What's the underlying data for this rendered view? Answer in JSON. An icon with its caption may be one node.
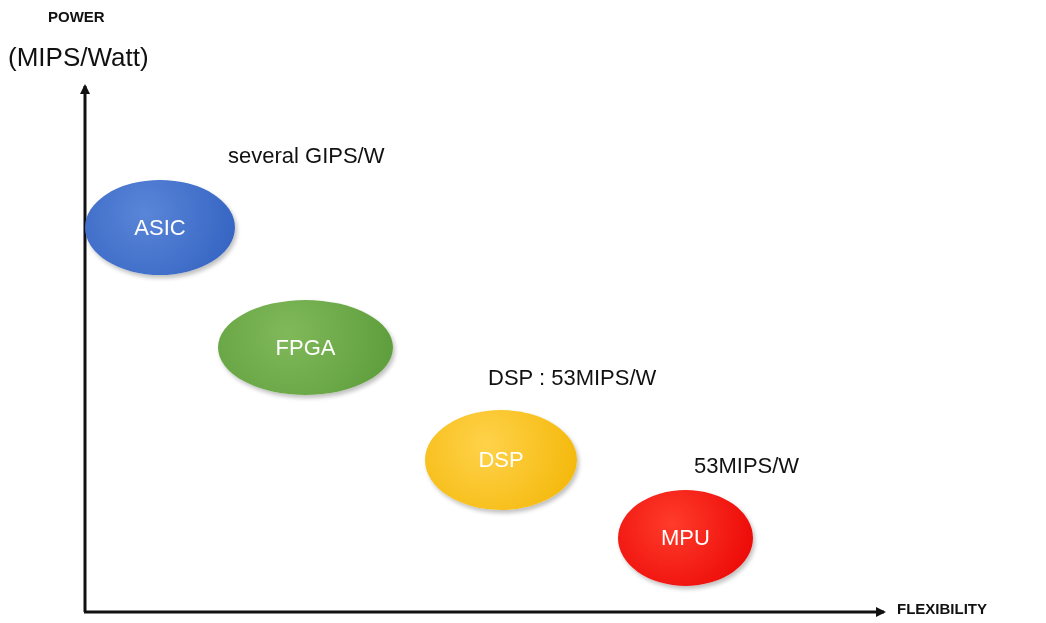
{
  "diagram": {
    "nodes": [
      {
        "text": [
          "ASIC"
        ],
        "beside": [
          "several GIPS/W"
        ]
      },
      {
        "text": [
          "FPGA"
        ]
      },
      {
        "text": [
          "DSP"
        ],
        "beside": [
          "DSP : 53MIPS/W"
        ]
      },
      {
        "text": [
          "MPU"
        ],
        "beside": [
          "53MIPS/W"
        ]
      }
    ],
    "edges": [],
    "labels": [
      "POWER",
      "(MIPS/Watt)",
      "FLEXIBILITY"
    ]
  }
}
